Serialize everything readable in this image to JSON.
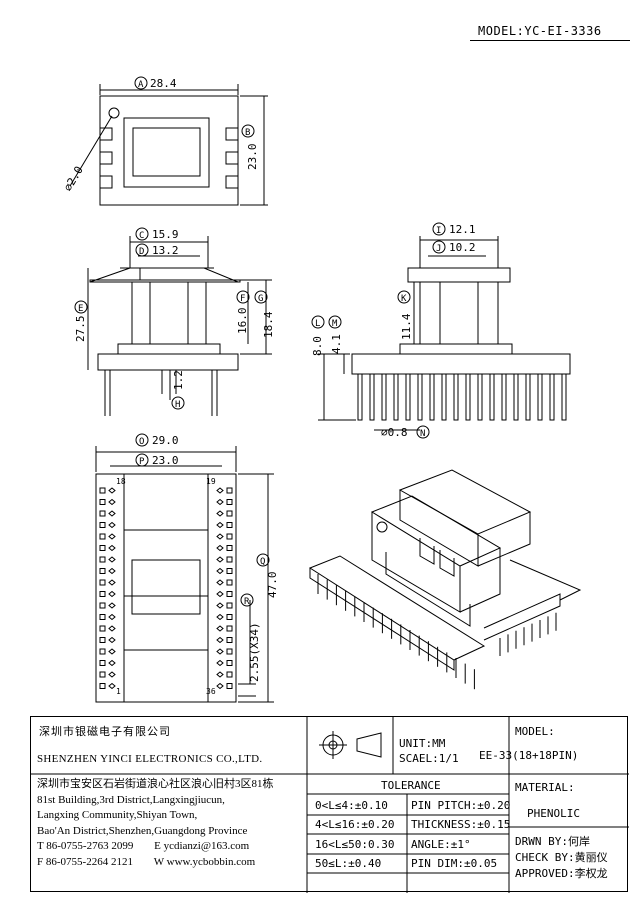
{
  "model_top": "MODEL:YC-EI-3336",
  "dimensions": {
    "A": {
      "letter": "A",
      "value": "28.4"
    },
    "B": {
      "letter": "B",
      "value": "23.0"
    },
    "hole": {
      "value": "⌀2.0"
    },
    "C": {
      "letter": "C",
      "value": "15.9"
    },
    "D": {
      "letter": "D",
      "value": "13.2"
    },
    "E": {
      "letter": "E",
      "value": "27.5"
    },
    "F": {
      "letter": "F",
      "value": "16.0"
    },
    "G": {
      "letter": "G",
      "value": "18.4"
    },
    "H": {
      "letter": "H",
      "value": "1.2"
    },
    "I": {
      "letter": "I",
      "value": "12.1"
    },
    "J": {
      "letter": "J",
      "value": "10.2"
    },
    "K": {
      "letter": "K",
      "value": "11.4"
    },
    "L": {
      "letter": "L",
      "value": "8.0"
    },
    "M": {
      "letter": "M",
      "value": "4.1"
    },
    "N": {
      "letter": "N",
      "value": "⌀0.8"
    },
    "O": {
      "letter": "O",
      "value": "29.0"
    },
    "P": {
      "letter": "P",
      "value": "23.0"
    },
    "Q": {
      "letter": "Q",
      "value": "47.0"
    },
    "R": {
      "letter": "R",
      "value": "2.55(X34)"
    }
  },
  "pin_labels": {
    "p18": "18",
    "p19": "19",
    "p1": "1",
    "p36": "36"
  },
  "title_block": {
    "company_cn": "深圳市银磁电子有限公司",
    "company_en": "SHENZHEN YINCI ELECTRONICS CO.,LTD.",
    "address_cn": "深圳市宝安区石岩街道浪心社区浪心旧村3区81栋",
    "address_lines": [
      "81st Building,3rd District,Langxingjiucun,",
      "Langxing Community,Shiyan Town,",
      "Bao'An District,Shenzhen,Guangdong Province"
    ],
    "phone": "T 86-0755-2763 2099",
    "email": "E ycdianzi@163.com",
    "fax": "F 86-0755-2264 2121",
    "web": "W www.ycbobbin.com",
    "unit": "UNIT:MM",
    "scale": "SCAEL:1/1",
    "tolerance_title": "TOLERANCE",
    "tolerances": [
      "0<L≤4:±0.10",
      "4<L≤16:±0.20",
      "16<L≤50:0.30",
      "50≤L:±0.40"
    ],
    "pin_tolerances": [
      "PIN PITCH:±0.20",
      "THICKNESS:±0.15",
      "ANGLE:±1°",
      "PIN DIM:±0.05"
    ],
    "model_label": "MODEL:",
    "model_value": "EE-33(18+18PIN)",
    "material_label": "MATERIAL:",
    "material_value": "PHENOLIC",
    "drawn_by": "DRWN BY:何岸",
    "check_by": "CHECK BY:黄丽仪",
    "approved": "APPROVED:李权龙"
  }
}
